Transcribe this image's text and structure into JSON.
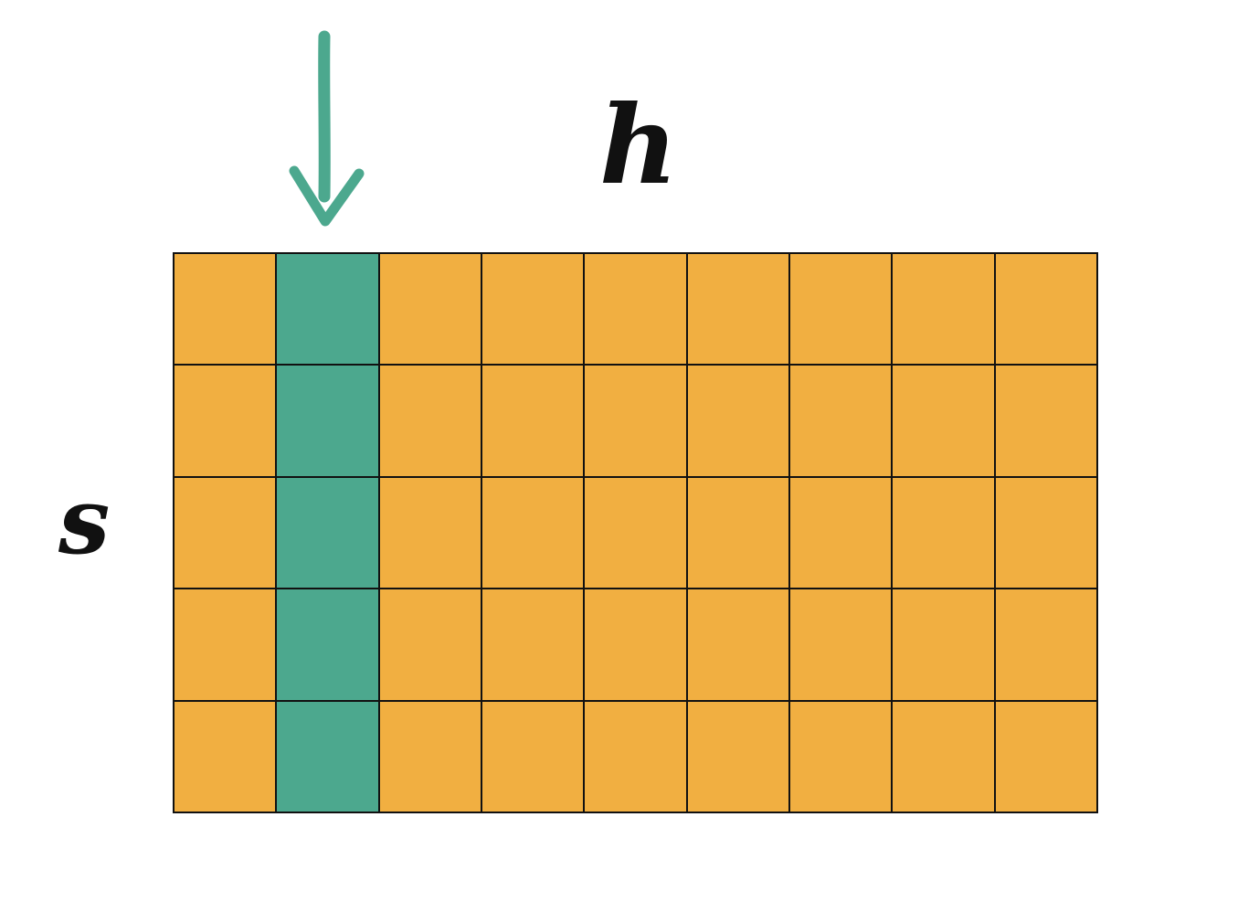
{
  "labels": {
    "columns": "h",
    "rows": "s"
  },
  "grid": {
    "rows": 5,
    "cols": 9,
    "highlighted_column": 1
  },
  "colors": {
    "cell": "#F1AF41",
    "highlight": "#4CA88E",
    "grid_line": "#111111",
    "arrow": "#4CA88E"
  },
  "icons": {
    "pointer": "down-arrow-icon"
  }
}
